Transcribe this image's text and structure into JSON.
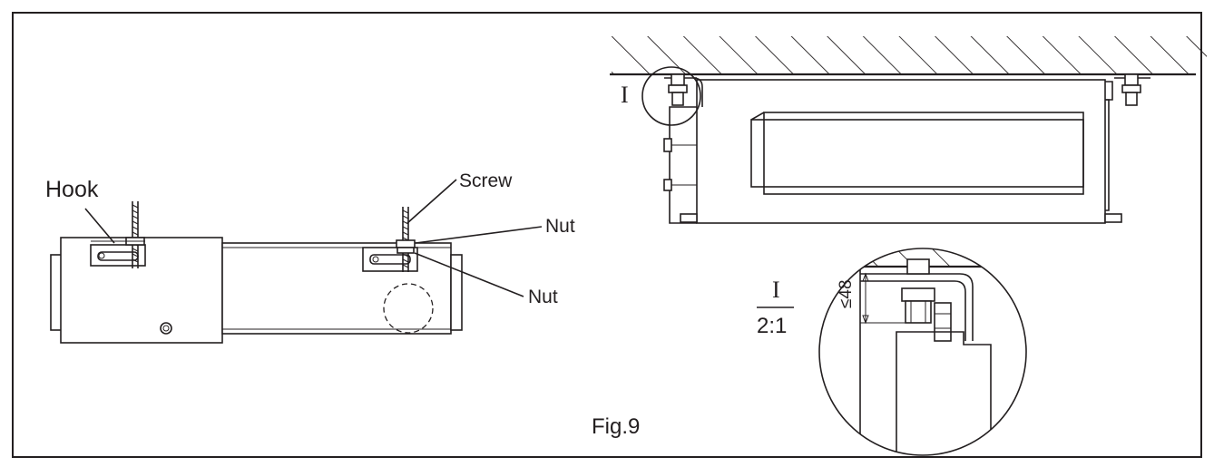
{
  "figure": {
    "caption": "Fig.9"
  },
  "side_view": {
    "labels": {
      "hook": "Hook",
      "screw": "Screw",
      "nut_upper": "Nut",
      "nut_lower": "Nut"
    }
  },
  "front_view": {
    "detail_marker": "I"
  },
  "detail_view": {
    "title": "I",
    "scale": "2:1",
    "dimension": "≤48"
  }
}
